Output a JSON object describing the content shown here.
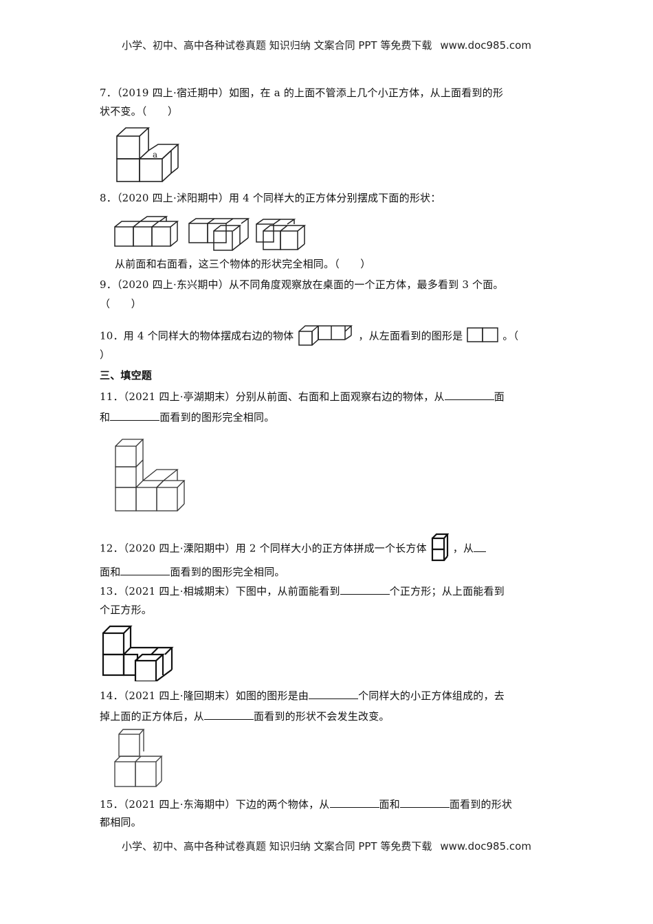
{
  "header": {
    "banner_text": "小学、初中、高中各种试卷真题 知识归纳 文案合同 PPT 等免费下载",
    "banner_url": "www.doc985.com"
  },
  "footer": {
    "banner_text": "小学、初中、高中各种试卷真题 知识归纳 文案合同 PPT 等免费下载",
    "banner_url": "www.doc985.com"
  },
  "questions": {
    "q7": {
      "line1": "7．（2019 四上·宿迁期中）如图，在 a 的上面不管添上几个小正方体，从上面看到的形",
      "line2": "状不变。（　　）",
      "figure_label": "a"
    },
    "q8": {
      "line1": "8．（2020 四上·沭阳期中）用 4 个同样大的正方体分别摆成下面的形状：",
      "line2": "从前面和右面看，这三个物体的形状完全相同。（　　）"
    },
    "q9": {
      "line1": "9．（2020 四上·东兴期中）从不同角度观察放在桌面的一个正方体，最多看到 3 个面。",
      "line2": "（　　）"
    },
    "q10": {
      "part1": "10．用 4 个同样大的物体摆成右边的物体",
      "part2": "，从左面看到的图形是",
      "part3": "。（",
      "line2": "）"
    },
    "section3": {
      "title": "三、填空题"
    },
    "q11": {
      "line1": "11．（2021 四上·亭湖期末）分别从前面、右面和上面观察右边的物体，从",
      "line1_end": "面",
      "line2_start": "和",
      "line2_end": "面看到的图形完全相同。"
    },
    "q12": {
      "part1": "12．（2020 四上·溧阳期中）用 2 个同样大小的正方体拼成一个长方体",
      "part2": "，从",
      "line2_start": "面和",
      "line2_end": "面看到的图形完全相同。"
    },
    "q13": {
      "line1": "13．（2021 四上·相城期末）下图中，从前面能看到",
      "line1_end": "个正方形；从上面能看到",
      "line2": "个正方形。"
    },
    "q14": {
      "line1": "14．（2021 四上·隆回期末）如图的图形是由",
      "line1_end": "个同样大的小正方体组成的，去",
      "line2_start": "掉上面的正方体后，从",
      "line2_end": "面看到的形状不会发生改变。"
    },
    "q15": {
      "line1": "15．（2021 四上·东海期中）下边的两个物体，从",
      "line1_mid": "面和",
      "line1_end": "面看到的形状",
      "line2": "都相同。"
    }
  }
}
